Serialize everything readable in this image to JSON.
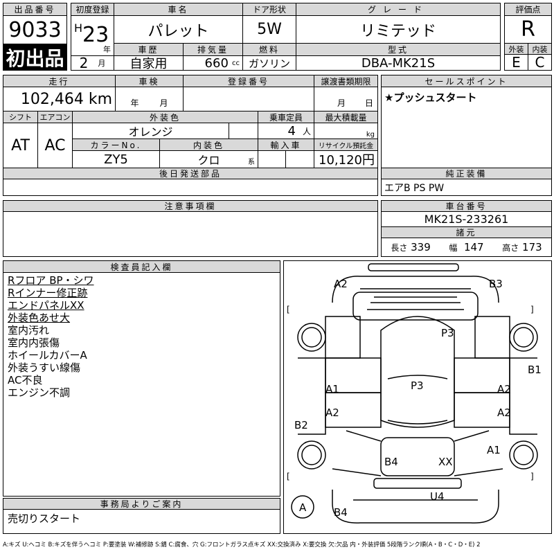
{
  "lot": {
    "label": "出品番号",
    "number": "9033",
    "first": "初出品"
  },
  "reg": {
    "label": "初度登録",
    "era": "H",
    "year": "23",
    "year_unit": "年",
    "month": "2",
    "month_unit": "月"
  },
  "car": {
    "label": "車名",
    "name": "パレット"
  },
  "door": {
    "label": "ドア形状",
    "value": "5W"
  },
  "grade": {
    "label": "グレード",
    "value": "リミテッド"
  },
  "score": {
    "label": "評価点",
    "value": "R",
    "ext_label": "外装",
    "ext": "E",
    "int_label": "内装",
    "int": "C"
  },
  "history": {
    "label": "車歴",
    "value": "自家用"
  },
  "displacement": {
    "label": "排気量",
    "value": "660",
    "unit": "cc"
  },
  "fuel": {
    "label": "燃料",
    "value": "ガソリン"
  },
  "model": {
    "label": "型式",
    "value": "DBA-MK21S"
  },
  "mileage": {
    "label": "走行",
    "value": "102,464 km"
  },
  "inspection": {
    "label": "車検",
    "year_unit": "年",
    "month_unit": "月"
  },
  "plate": {
    "label": "登録番号"
  },
  "transfer": {
    "label": "譲渡書類期限",
    "month_unit": "月",
    "day_unit": "日"
  },
  "shift": {
    "label": "シフト",
    "value": "AT"
  },
  "ac": {
    "label": "エアコン",
    "value": "AC"
  },
  "color": {
    "label": "外装色",
    "value": "オレンジ"
  },
  "capacity": {
    "label": "乗車定員",
    "value": "4",
    "unit": "人"
  },
  "load": {
    "label": "最大積載量",
    "unit": "kg"
  },
  "color_no": {
    "label": "カラーNo.",
    "value": "ZY5"
  },
  "interior": {
    "label": "内装色",
    "value": "クロ",
    "unit": "系"
  },
  "import": {
    "label": "輸入車"
  },
  "recycle": {
    "label": "リサイクル預託金",
    "value": "10,120円"
  },
  "later_parts": {
    "label": "後日発送部品"
  },
  "sales": {
    "label": "セールスポイント",
    "value": "★プッシュスタート"
  },
  "equipment": {
    "label": "純正装備",
    "value": "エアB PS PW"
  },
  "notes": {
    "label": "注意事項欄"
  },
  "chassis": {
    "label": "車台番号",
    "value": "MK21S-233261"
  },
  "specs": {
    "label": "諸元",
    "length_label": "長さ",
    "length": "339",
    "width_label": "幅",
    "width": "147",
    "height_label": "高さ",
    "height": "173"
  },
  "inspector": {
    "label": "検査員記入欄",
    "lines": [
      "Rフロア BP・シワ",
      "Rインナー修正跡",
      "エンドパネルXX",
      "外装色あせ大",
      "室内汚れ",
      "室内内張傷",
      "ホイールカバーA",
      "外装うすい線傷",
      "AC不良",
      "エンジン不調"
    ]
  },
  "office": {
    "label": "事務局よりご案内",
    "value": "売切りスタート"
  },
  "diagram": {
    "marks": [
      "A2",
      "B3",
      "P3",
      "B1",
      "A1",
      "P3",
      "A2",
      "A2",
      "A2",
      "B2",
      "A1",
      "B4",
      "XX",
      "U4",
      "B4",
      "A"
    ],
    "brackets": [
      "[",
      "[",
      "]",
      "]"
    ]
  },
  "legend": "A:キズ U:ヘコミ B:キズを伴うヘコミ P:要塗装 W:補修跡 S:錆 C:腐食、穴 G:フロントガラス点キズ XX:交換済み X:要交換 欠:欠品 内・外装評価 5段階ランク順(A・B・C・D・E) 2"
}
